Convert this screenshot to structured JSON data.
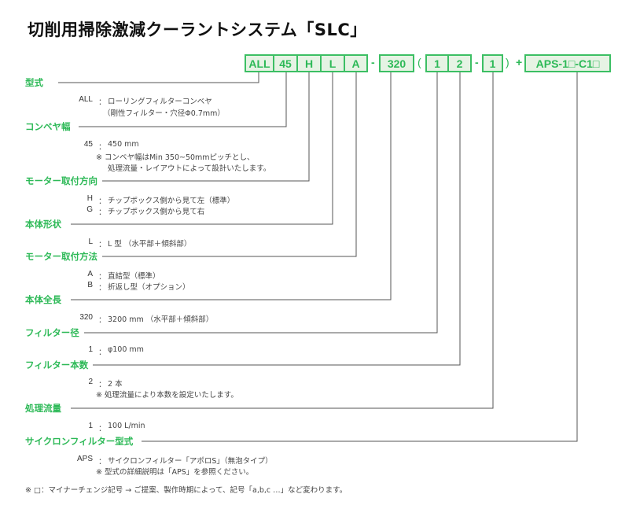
{
  "title": "切削用掃除激減クーラントシステム「SLC」",
  "code_boxes": [
    "ALL",
    "45",
    "H",
    "L",
    "A",
    "320",
    "1",
    "2",
    "1",
    "APS-1□-C1□"
  ],
  "separators": {
    "dash1": "-",
    "open": "(",
    "dash2": "-",
    "close": ")",
    "plus": "+"
  },
  "sections": [
    {
      "heading": "型式",
      "items": [
        {
          "code": "ALL",
          "desc": "ローリングフィルターコンベヤ"
        }
      ],
      "notes": [
        "（剛性フィルター・穴径Φ0.7mm）"
      ]
    },
    {
      "heading": "コンベヤ幅",
      "items": [
        {
          "code": "45",
          "desc": "450 mm"
        }
      ],
      "notes": [
        "※ コンベヤ幅はMin 350~50mmピッチとし、",
        "処理流量・レイアウトによって設計いたします。"
      ]
    },
    {
      "heading": "モーター取付方向",
      "items": [
        {
          "code": "H",
          "desc": "チップボックス側から見て左（標準）"
        },
        {
          "code": "G",
          "desc": "チップボックス側から見て右"
        }
      ],
      "notes": []
    },
    {
      "heading": "本体形状",
      "items": [
        {
          "code": "L",
          "desc": "L 型 （水平部＋傾斜部）"
        }
      ],
      "notes": []
    },
    {
      "heading": "モーター取付方法",
      "items": [
        {
          "code": "A",
          "desc": "直結型（標準）"
        },
        {
          "code": "B",
          "desc": "折返し型（オプション）"
        }
      ],
      "notes": []
    },
    {
      "heading": "本体全長",
      "items": [
        {
          "code": "320",
          "desc": "3200 mm （水平部＋傾斜部）"
        }
      ],
      "notes": []
    },
    {
      "heading": "フィルター径",
      "items": [
        {
          "code": "1",
          "desc": "φ100 mm"
        }
      ],
      "notes": []
    },
    {
      "heading": "フィルター本数",
      "items": [
        {
          "code": "2",
          "desc": "2 本"
        }
      ],
      "notes": [
        "※ 処理流量により本数を設定いたします。"
      ]
    },
    {
      "heading": "処理流量",
      "items": [
        {
          "code": "1",
          "desc": "100 L/min"
        }
      ],
      "notes": []
    },
    {
      "heading": "サイクロンフィルター型式",
      "items": [
        {
          "code": "APS",
          "desc": "サイクロンフィルター「アポロS」（無泡タイプ）"
        }
      ],
      "notes": [
        "※ 型式の詳細説明は「APS」を参照ください。"
      ]
    }
  ],
  "colon": "：",
  "footnote": "※ □：マイナーチェンジ記号 → ご提案、製作時期によって、記号「a,b,c …」など変わります。"
}
